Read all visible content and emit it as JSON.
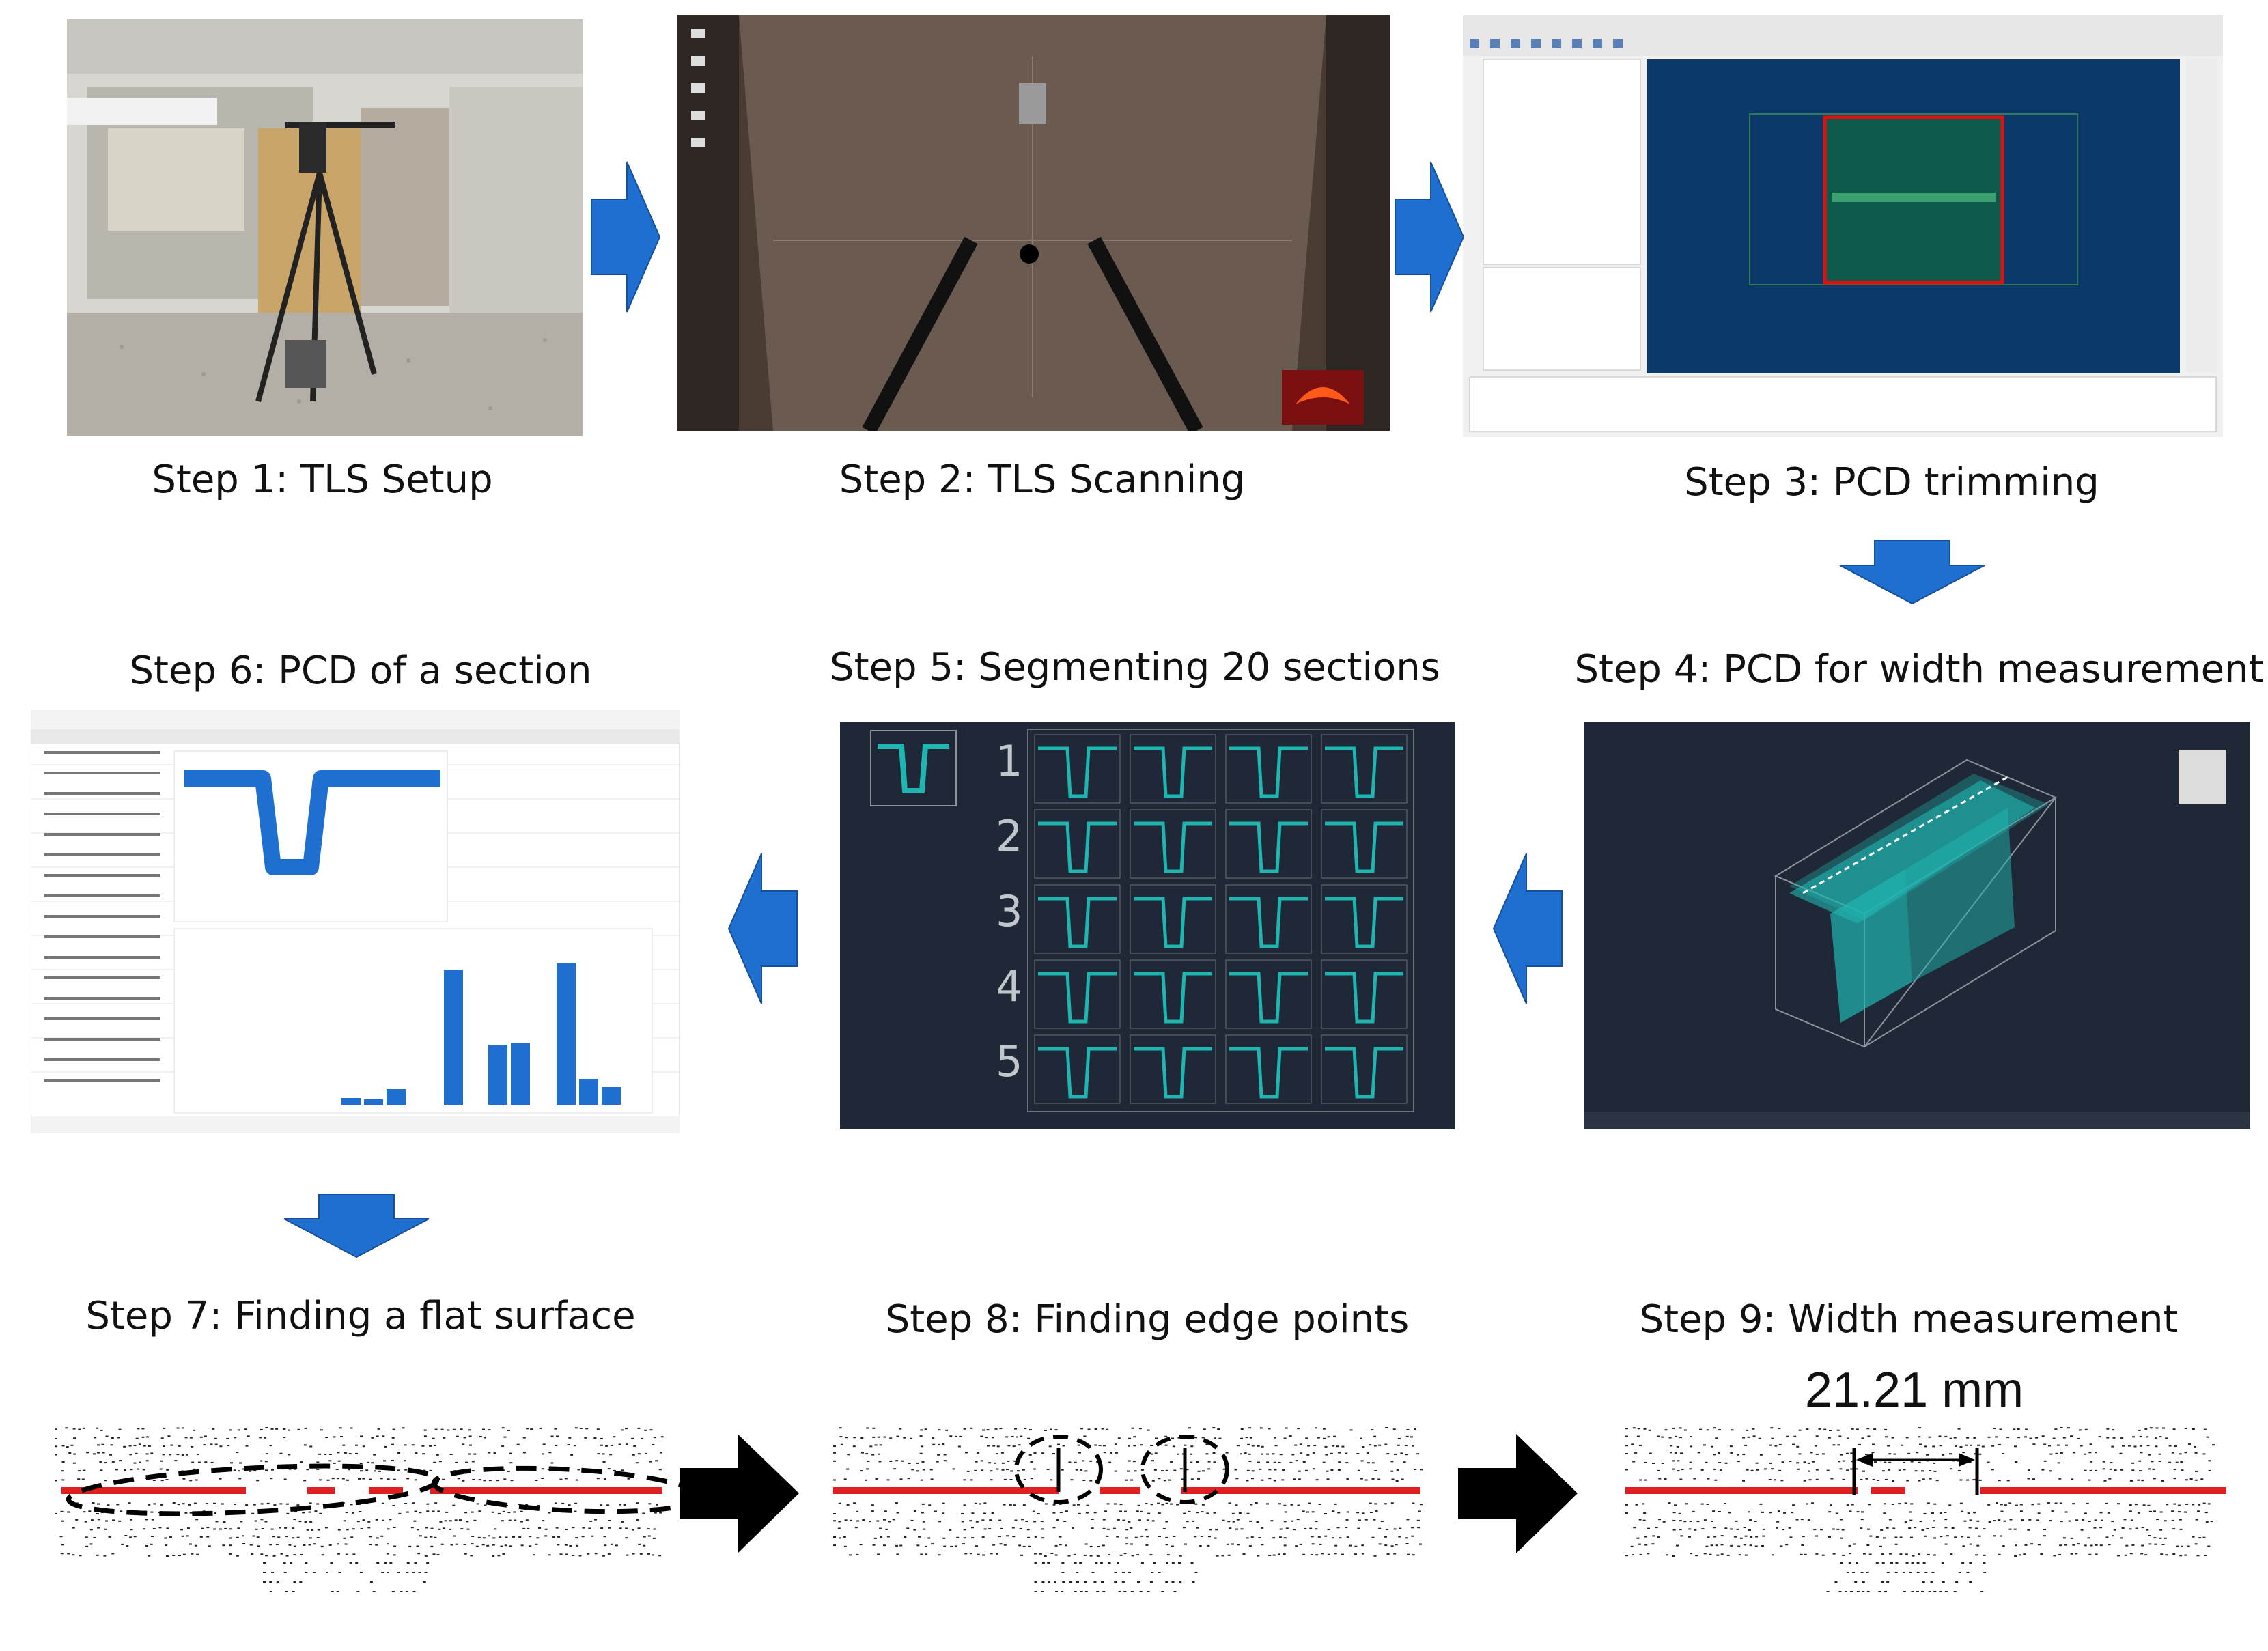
{
  "steps": [
    {
      "label": "Step 1: TLS Setup"
    },
    {
      "label": "Step 2: TLS Scanning"
    },
    {
      "label": "Step 3: PCD trimming"
    },
    {
      "label": "Step 4: PCD for width measurement"
    },
    {
      "label": "Step 5: Segmenting 20 sections"
    },
    {
      "label": "Step 6: PCD of a section"
    },
    {
      "label": "Step 7: Finding a flat surface"
    },
    {
      "label": "Step 8: Finding edge points"
    },
    {
      "label": "Step 9: Width measurement"
    }
  ],
  "measurement": {
    "value": "21.21 mm"
  },
  "segment_rows": [
    "1",
    "2",
    "3",
    "4",
    "5"
  ],
  "colors": {
    "arrow_blue": "#1f6fd0",
    "arrow_black": "#000000",
    "point_cloud_cyan": "#1fb5b0",
    "edge_red": "#e02020",
    "dark_ui": "#1e2836"
  }
}
